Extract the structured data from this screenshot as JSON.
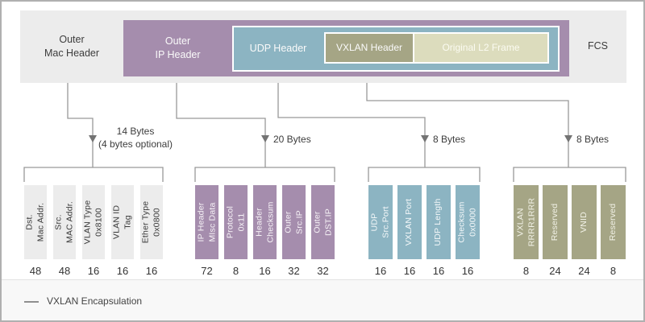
{
  "top_bar": {
    "outer_mac": "Outer\nMac Header",
    "outer_ip": "Outer\nIP Header",
    "udp": "UDP Header",
    "vxlan": "VXLAN Header",
    "l2": "Original L2 Frame",
    "fcs": "FCS"
  },
  "callouts": {
    "mac": "14 Bytes\n(4 bytes optional)",
    "ip": "20 Bytes",
    "udp": "8 Bytes",
    "vxlan": "8 Bytes"
  },
  "groups": {
    "mac": {
      "fields": [
        {
          "label": "Dst.\nMac Addr.",
          "bits": "48"
        },
        {
          "label": "Src.\nMAC Addr.",
          "bits": "48"
        },
        {
          "label": "VLAN Type\n0x8100",
          "bits": "16"
        },
        {
          "label": "VLAN ID\nTag",
          "bits": "16"
        },
        {
          "label": "Ether Type\n0x0800",
          "bits": "16"
        }
      ]
    },
    "ip": {
      "fields": [
        {
          "label": "IP Header\nMIsc Data",
          "bits": "72"
        },
        {
          "label": "Protocol\n0x11",
          "bits": "8"
        },
        {
          "label": "Header\nChecksum",
          "bits": "16"
        },
        {
          "label": "Outer\nSrc.IP",
          "bits": "32"
        },
        {
          "label": "Outer\nDST.IP",
          "bits": "32"
        }
      ]
    },
    "udp": {
      "fields": [
        {
          "label": "UDP\nSrc.Port",
          "bits": "16"
        },
        {
          "label": "VXLAN Port",
          "bits": "16"
        },
        {
          "label": "UDP Length",
          "bits": "16"
        },
        {
          "label": "Checksum\n0x0000",
          "bits": "16"
        }
      ]
    },
    "vxlan": {
      "fields": [
        {
          "label": "VXLAN\nRRRR1RRR",
          "bits": "8"
        },
        {
          "label": "Reserved",
          "bits": "24"
        },
        {
          "label": "VNID",
          "bits": "24"
        },
        {
          "label": "Reserved",
          "bits": "8"
        }
      ]
    }
  },
  "legend": {
    "label": "VXLAN Encapsulation"
  },
  "colors": {
    "outer_mac_bg": "#ececec",
    "outer_ip_purple": "#a58dad",
    "udp_teal": "#8cb4c2",
    "vxlan_olive": "#a5a585",
    "l2_light_olive": "#dcdcbd",
    "wire_gray": "#999999"
  }
}
